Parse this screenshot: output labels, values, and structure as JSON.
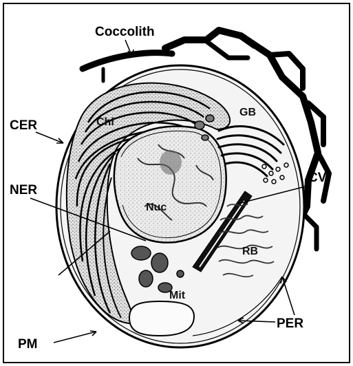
{
  "labels": {
    "coccolith": "Coccolith",
    "cer": "CER",
    "chl": "Chl",
    "gb": "GB",
    "ner": "NER",
    "cv": "CV",
    "nuc": "Nuc",
    "rb": "RB",
    "mit": "Mit",
    "per": "PER",
    "pm": "PM"
  },
  "colors": {
    "ink": "#000000",
    "cytoplasm": "#f2f2f2",
    "chloroplast": "#d9d9d9",
    "nucleus": "#dcdcdc",
    "vacuole": "#f7f7f7"
  }
}
